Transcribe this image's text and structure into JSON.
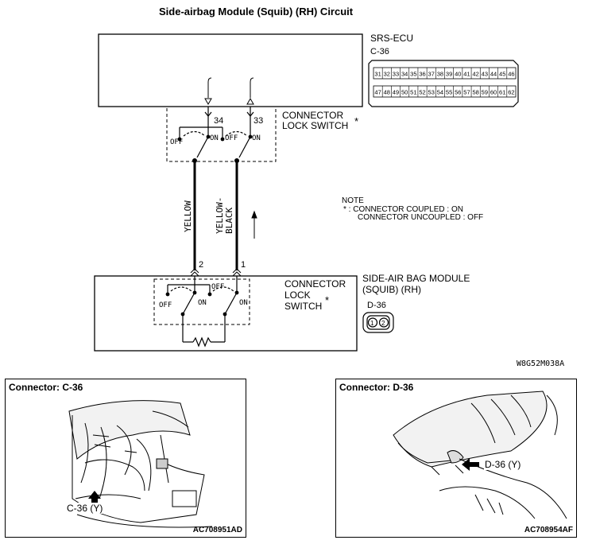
{
  "title": "Side-airbag Module (Squib) (RH) Circuit",
  "ecu": {
    "name": "SRS-ECU",
    "connector": "C-36",
    "pins_top": [
      "31",
      "32",
      "33",
      "34",
      "35",
      "36",
      "37",
      "38",
      "39",
      "40",
      "41",
      "42",
      "43",
      "44",
      "45",
      "46"
    ],
    "pins_bottom": [
      "47",
      "48",
      "49",
      "50",
      "51",
      "52",
      "53",
      "54",
      "55",
      "56",
      "57",
      "58",
      "59",
      "60",
      "61",
      "62"
    ]
  },
  "ecu_switch": {
    "label_line1": "CONNECTOR",
    "label_line2": "LOCK SWITCH",
    "star": "*",
    "pin_left": "34",
    "pin_right": "33",
    "off": "OFF",
    "on": "ON"
  },
  "wires": {
    "left": "YELLOW",
    "right_line1": "YELLOW-",
    "right_line2": "BLACK"
  },
  "note": {
    "heading": "NOTE",
    "line1": "* : CONNECTOR COUPLED : ON",
    "line2": "CONNECTOR UNCOUPLED : OFF"
  },
  "module": {
    "line1": "SIDE-AIR BAG MODULE",
    "line2": "(SQUIB) (RH)",
    "connector": "D-36",
    "pin_left": "2",
    "pin_right": "1",
    "switch_line1": "CONNECTOR",
    "switch_line2": "LOCK",
    "switch_line3": "SWITCH",
    "star": "*",
    "off": "OFF",
    "on": "ON",
    "cavities": [
      "1",
      "2"
    ]
  },
  "diagram_code": "W8G52M038A",
  "photo_left": {
    "title": "Connector: C-36",
    "callout": "C-36 (Y)",
    "code": "AC708951AD"
  },
  "photo_right": {
    "title": "Connector: D-36",
    "callout": "D-36 (Y)",
    "code": "AC708954AF"
  }
}
